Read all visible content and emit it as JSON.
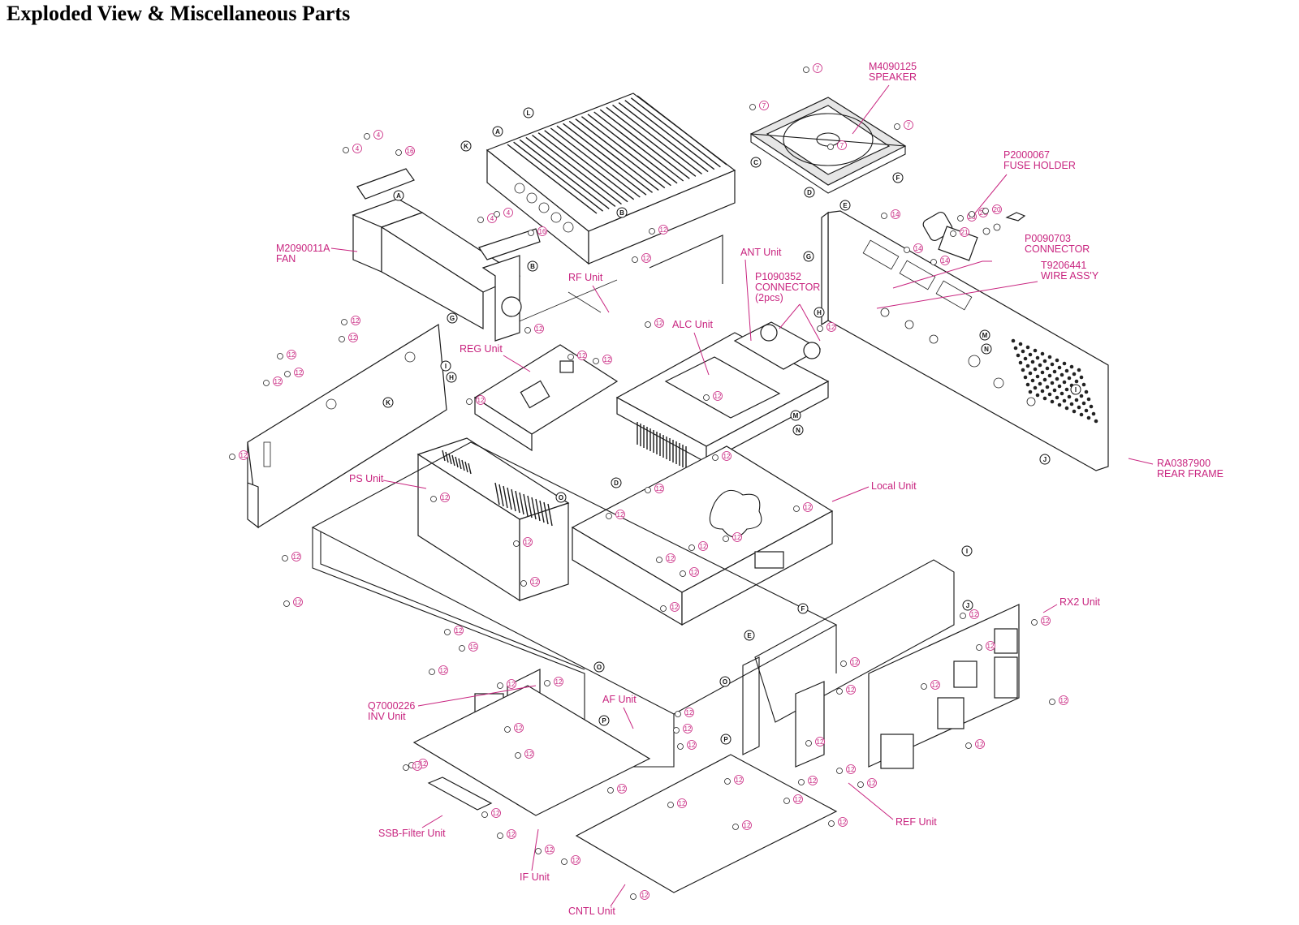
{
  "title": "Exploded View & Miscellaneous Parts",
  "labels": {
    "speaker": {
      "part_no": "M4090125",
      "name": "SPEAKER"
    },
    "fuse_holder": {
      "part_no": "P2000067",
      "name": "FUSE HOLDER"
    },
    "connector_rear": {
      "part_no": "P0090703",
      "name": "CONNECTOR"
    },
    "wire_assy": {
      "part_no": "T9206441",
      "name": "WIRE ASS'Y"
    },
    "fan": {
      "part_no": "M2090011A",
      "name": "FAN"
    },
    "rf_unit": "RF Unit",
    "ant_unit": "ANT Unit",
    "connector_ant": {
      "part_no": "P1090352",
      "name": "CONNECTOR",
      "qty": "(2pcs)"
    },
    "alc_unit": "ALC Unit",
    "reg_unit": "REG Unit",
    "rear_frame": {
      "part_no": "RA0387900",
      "name": "REAR FRAME"
    },
    "ps_unit": "PS Unit",
    "local_unit": "Local Unit",
    "rx2_unit": "RX2 Unit",
    "inv_unit": {
      "part_no": "Q7000226",
      "name": "INV Unit"
    },
    "af_unit": "AF Unit",
    "ref_unit": "REF Unit",
    "ssb_filter_unit": "SSB-Filter Unit",
    "if_unit": "IF Unit",
    "cntl_unit": "CNTL Unit"
  },
  "callouts": {
    "n4": "4",
    "n7": "7",
    "n12": "12",
    "n14": "14",
    "n16": "16",
    "n20": "20",
    "n21": "21",
    "n23": "23",
    "n26": "26"
  },
  "reference_letters": [
    "A",
    "B",
    "C",
    "D",
    "E",
    "F",
    "G",
    "H",
    "I",
    "J",
    "K",
    "L",
    "M",
    "N",
    "O",
    "P"
  ]
}
